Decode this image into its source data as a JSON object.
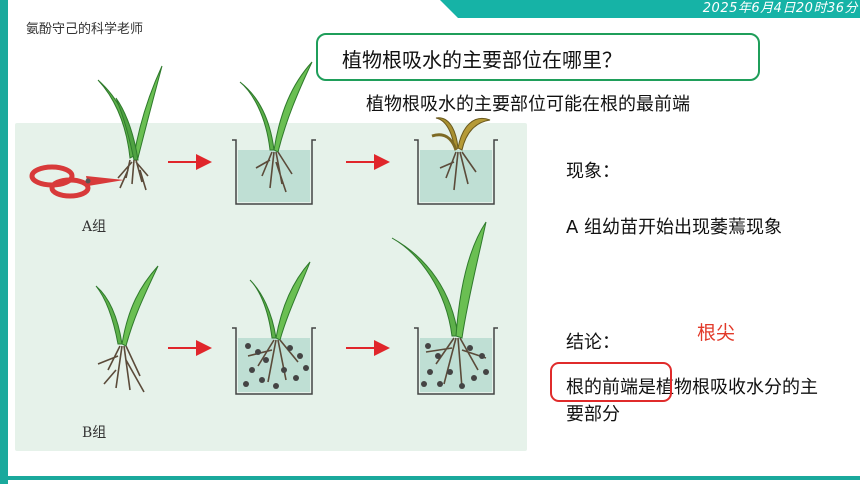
{
  "header": {
    "datetime": "2025年6月4日20时36分"
  },
  "watermark": "氨酚守己的科学老师",
  "question": "植物根吸水的主要部位在哪里？",
  "hypothesis": "植物根吸水的主要部位可能在根的最前端",
  "figure": {
    "group_a_label": "A组",
    "group_b_label": "B组"
  },
  "observation": {
    "label": "现象：",
    "text": "A 组幼苗开始出现萎蔫现象"
  },
  "conclusion": {
    "label": "结论：",
    "answer": "根尖",
    "text": "根的前端是植物根吸收水分的主要部分"
  },
  "colors": {
    "accent": "#16b3a6",
    "box_green": "#1f9e5a",
    "answer_red": "#e23a2a",
    "panel": "#e6f2ea"
  }
}
